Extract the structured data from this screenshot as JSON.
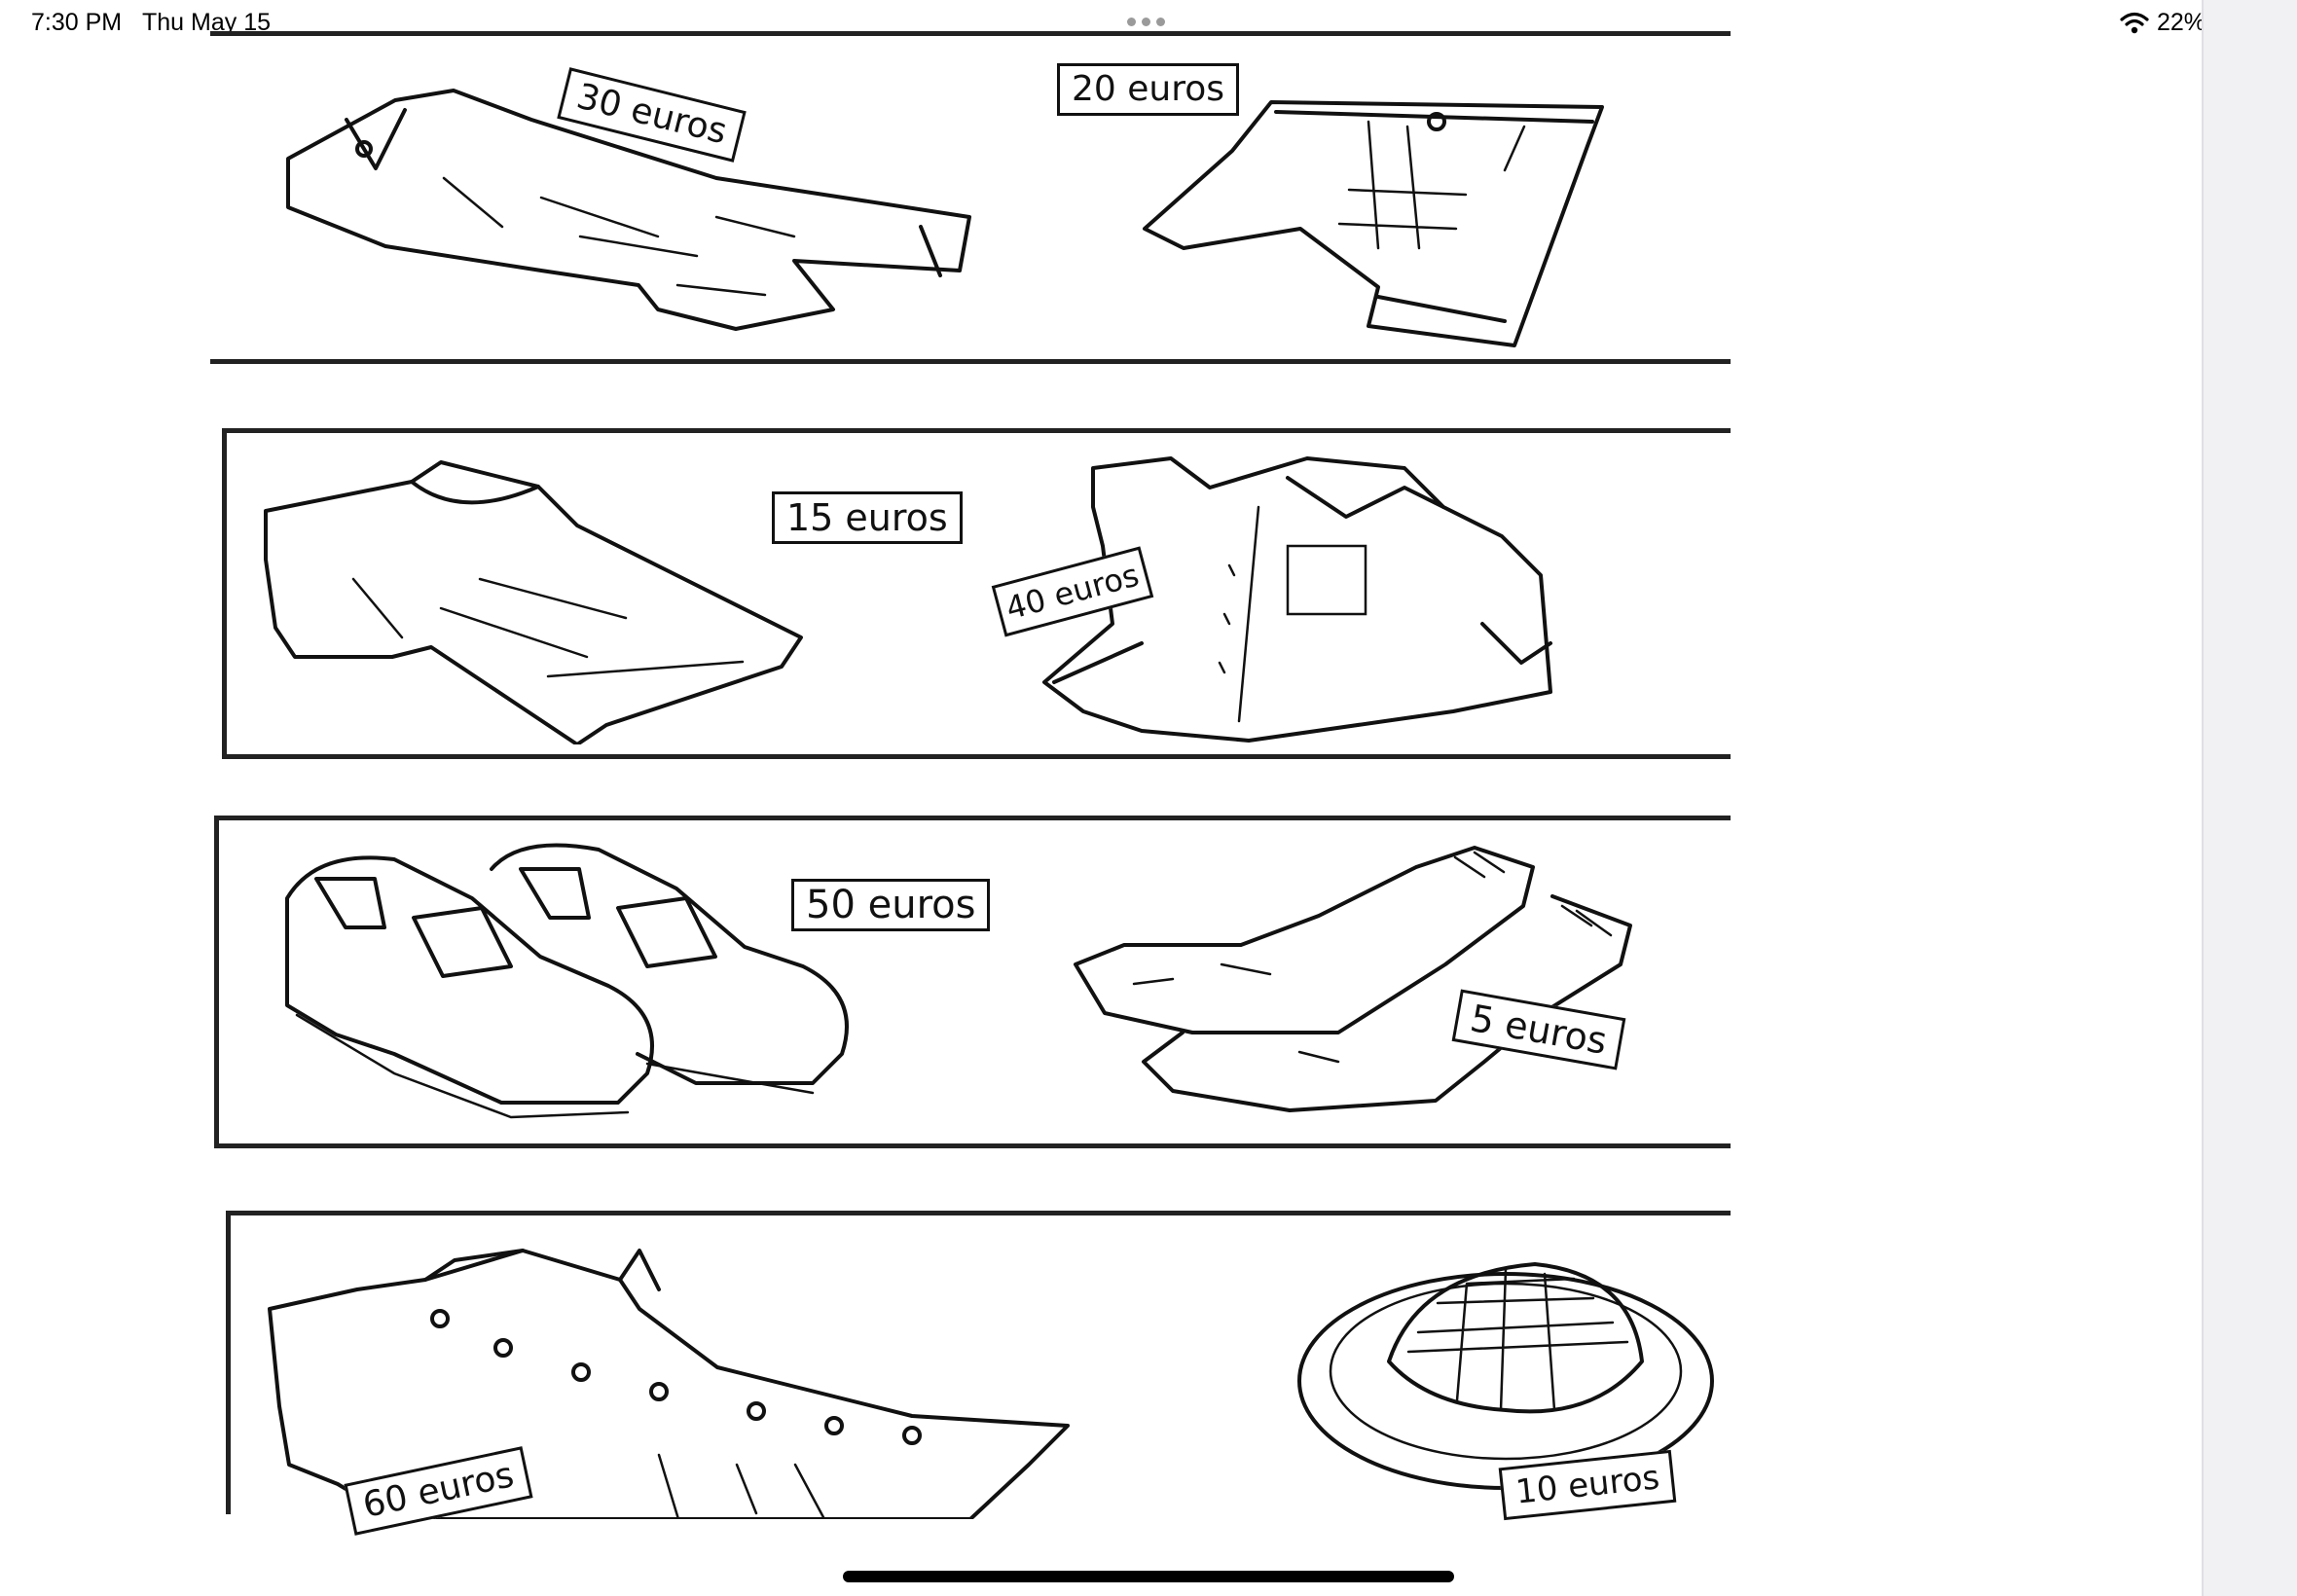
{
  "status_bar": {
    "time": "7:30 PM",
    "date": "Thu May 15",
    "battery_percent": "22%",
    "battery_level": 0.22,
    "wifi_icon": "wifi-icon",
    "battery_icon": "battery-icon"
  },
  "worksheet": {
    "rows": [
      {
        "items": [
          {
            "name": "trousers",
            "price": "30 euros"
          },
          {
            "name": "shorts",
            "price": "20 euros"
          }
        ]
      },
      {
        "items": [
          {
            "name": "t-shirt",
            "price": "15 euros"
          },
          {
            "name": "shirt",
            "price": "40 euros"
          }
        ]
      },
      {
        "items": [
          {
            "name": "shoes",
            "price": "50 euros"
          },
          {
            "name": "socks",
            "price": "5 euros"
          }
        ]
      },
      {
        "items": [
          {
            "name": "jacket",
            "price": "60 euros"
          },
          {
            "name": "hat",
            "price": "10 euros"
          }
        ]
      }
    ]
  }
}
